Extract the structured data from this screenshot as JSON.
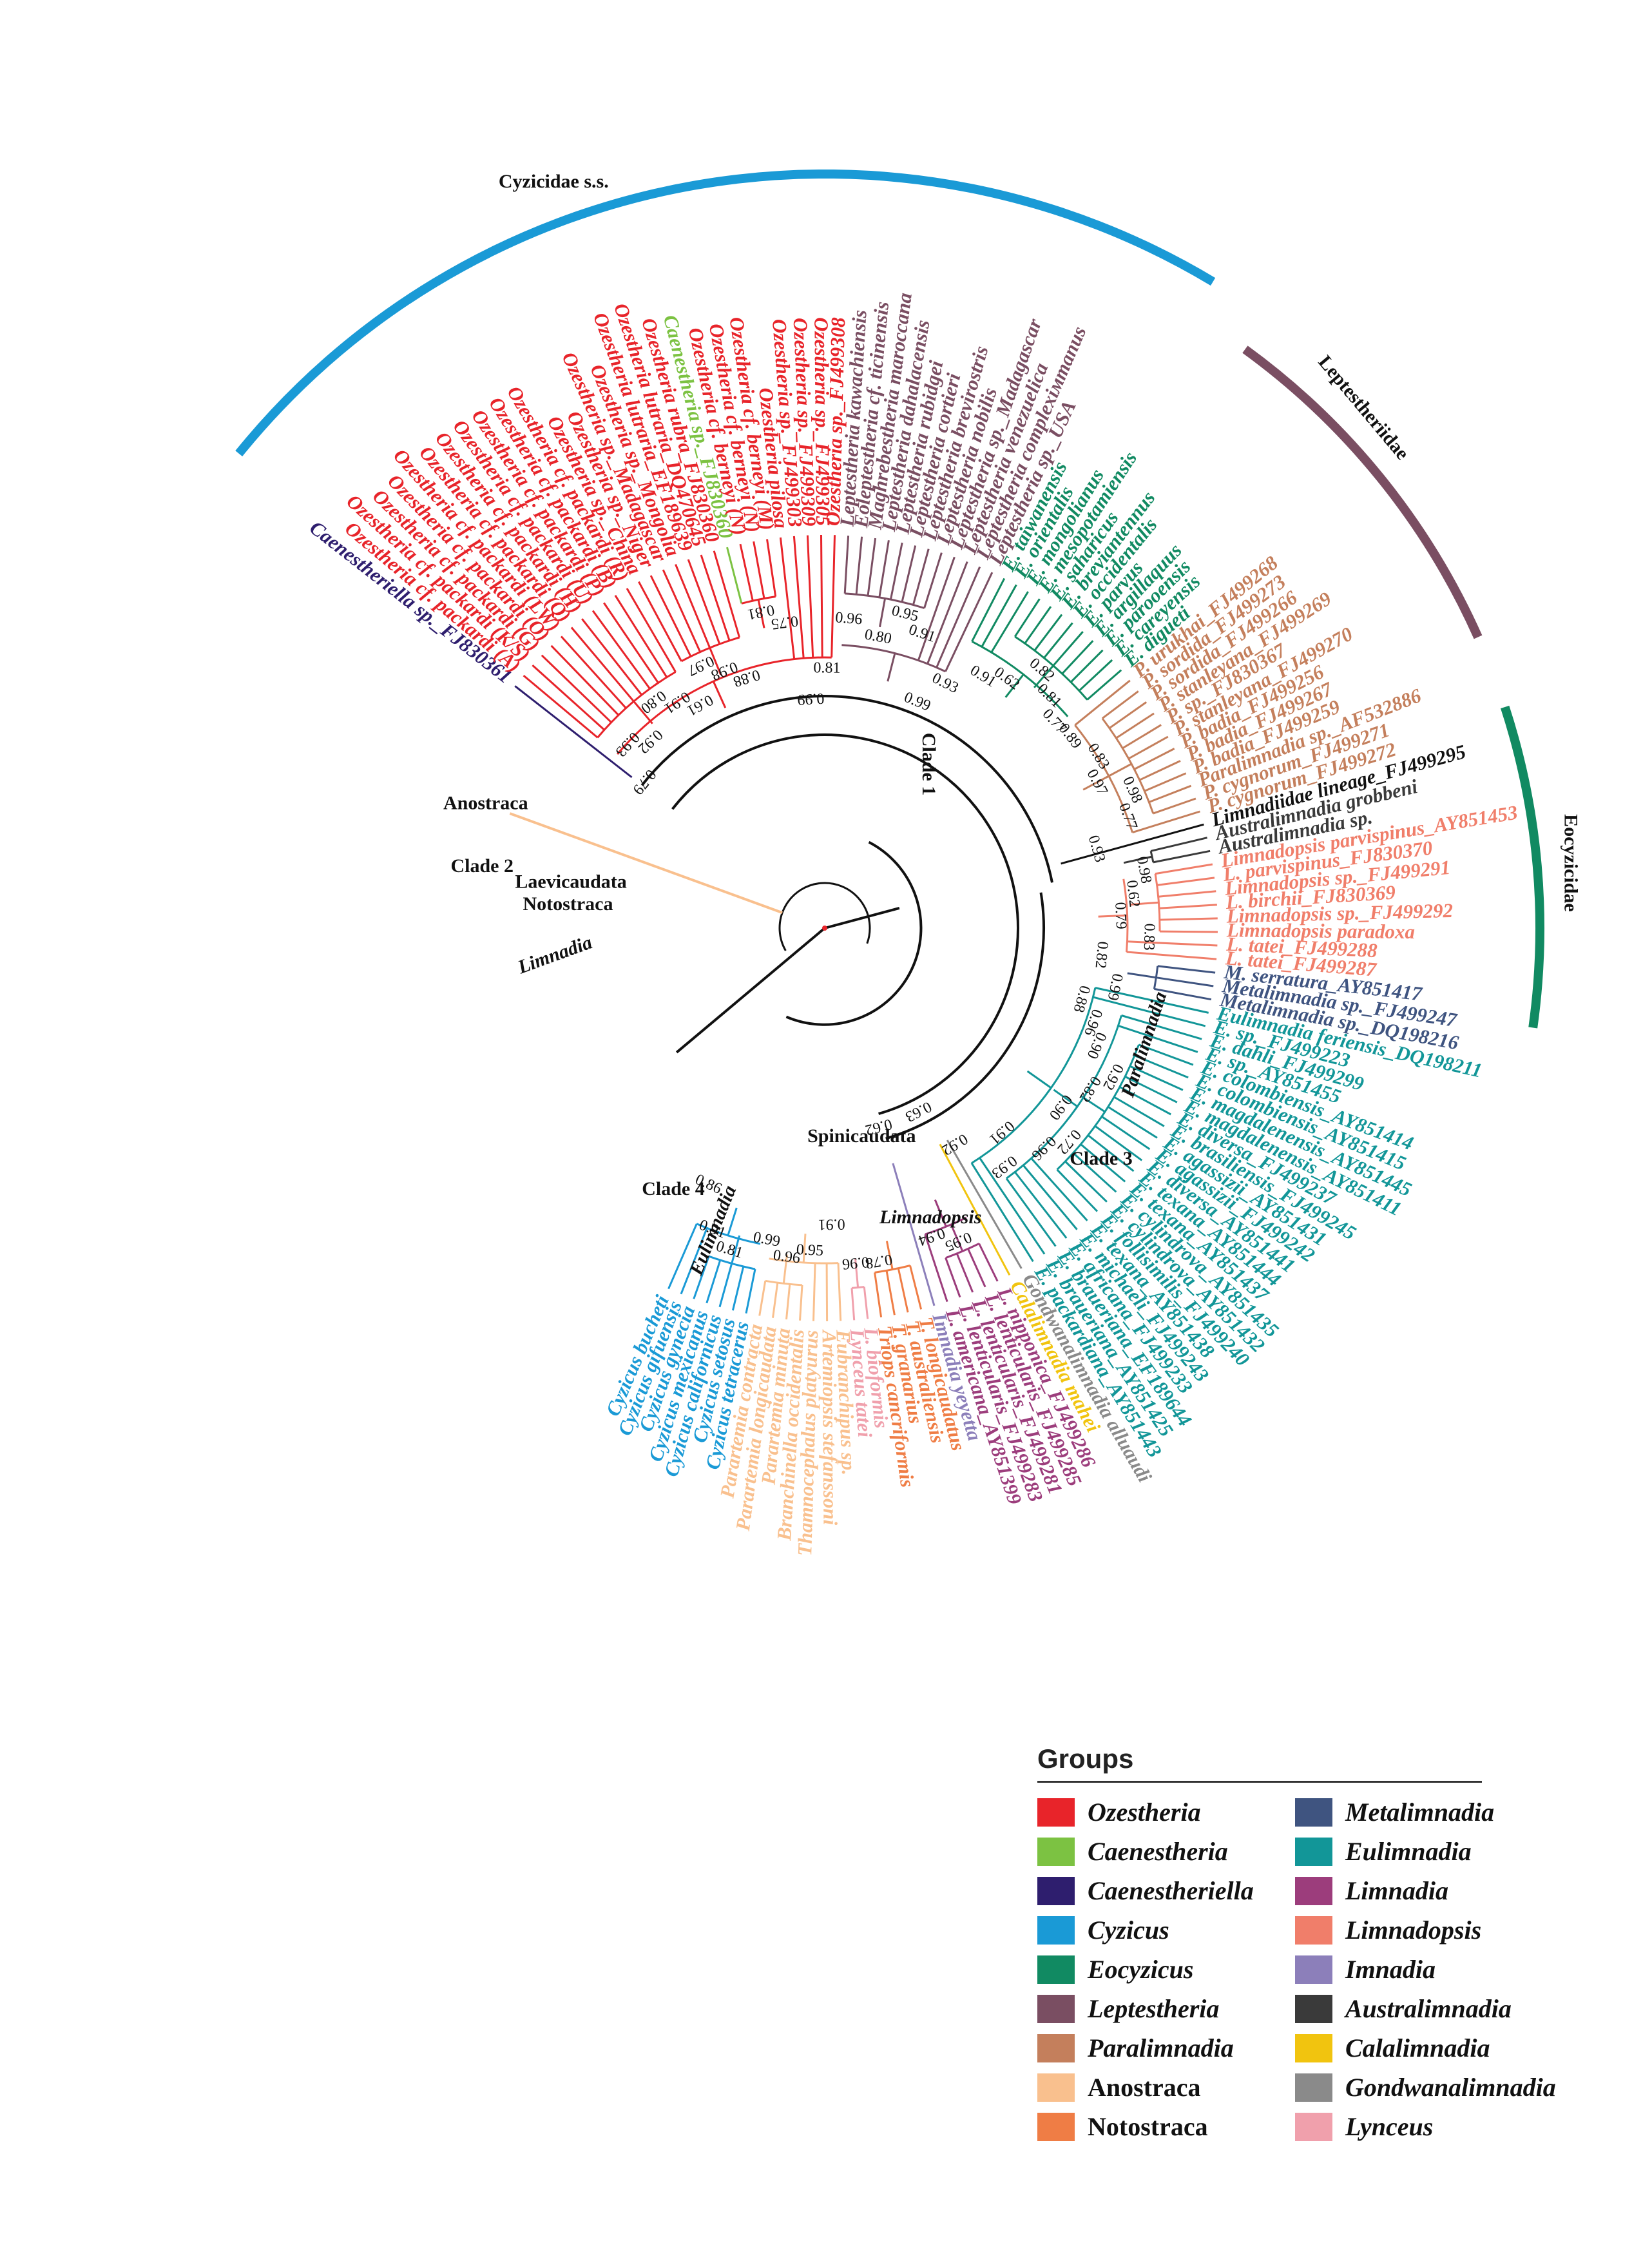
{
  "groups": {
    "Ozestheria": "#e8242a",
    "Caenestheria": "#7cc242",
    "Caenestheriella": "#2e1e6e",
    "Cyzicus": "#1a9ad6",
    "Eocyzicus": "#118a62",
    "Leptestheria": "#7a4e62",
    "Paralimnadia": "#c47f5c",
    "Anostraca": "#f9c08e",
    "Notostraca": "#ef7d45",
    "Metalimnadia": "#3f5480",
    "Eulimnadia": "#129698",
    "Limnadia": "#9c3d7c",
    "Limnadopsis": "#f07e6a",
    "Imnadia": "#8c7fba",
    "Australimnadia": "#3a3a3a",
    "Calalimnadia": "#f1c40f",
    "Gondwanalimnadia": "#8a8a8a",
    "Lynceus": "#f0a0ac",
    "Spinicaudata": "#111111"
  },
  "legend": {
    "title": "Groups",
    "items": [
      {
        "label": "Ozestheria",
        "group": "Ozestheria",
        "italic": true
      },
      {
        "label": "Metalimnadia",
        "group": "Metalimnadia",
        "italic": true
      },
      {
        "label": "Caenestheria",
        "group": "Caenestheria",
        "italic": true
      },
      {
        "label": "Eulimnadia",
        "group": "Eulimnadia",
        "italic": true
      },
      {
        "label": "Caenestheriella",
        "group": "Caenestheriella",
        "italic": true
      },
      {
        "label": "Limnadia",
        "group": "Limnadia",
        "italic": true
      },
      {
        "label": "Cyzicus",
        "group": "Cyzicus",
        "italic": true
      },
      {
        "label": "Limnadopsis",
        "group": "Limnadopsis",
        "italic": true
      },
      {
        "label": "Eocyzicus",
        "group": "Eocyzicus",
        "italic": true
      },
      {
        "label": "Imnadia",
        "group": "Imnadia",
        "italic": true
      },
      {
        "label": "Leptestheria",
        "group": "Leptestheria",
        "italic": true
      },
      {
        "label": "Australimnadia",
        "group": "Australimnadia",
        "italic": true
      },
      {
        "label": "Paralimnadia",
        "group": "Paralimnadia",
        "italic": true
      },
      {
        "label": "Calalimnadia",
        "group": "Calalimnadia",
        "italic": true
      },
      {
        "label": "Anostraca",
        "group": "Anostraca",
        "italic": false
      },
      {
        "label": "Gondwanalimnadia",
        "group": "Gondwanalimnadia",
        "italic": true
      },
      {
        "label": "Notostraca",
        "group": "Notostraca",
        "italic": false
      },
      {
        "label": "Lynceus",
        "group": "Lynceus",
        "italic": true
      }
    ]
  },
  "tips": [
    {
      "label": "Caenestheriella sp._FJ830361",
      "group": "Caenestheriella"
    },
    {
      "label": "Ozestheria cf. packardi (A)",
      "group": "Ozestheria"
    },
    {
      "label": "Ozestheria cf. packardi (K/S)",
      "group": "Ozestheria"
    },
    {
      "label": "Ozestheria cf. packardi (G)",
      "group": "Ozestheria"
    },
    {
      "label": "Ozestheria cf. packardi (O)",
      "group": "Ozestheria"
    },
    {
      "label": "Ozestheria cf. packardi (LW)",
      "group": "Ozestheria"
    },
    {
      "label": "Ozestheria cf. packardi (Q)",
      "group": "Ozestheria"
    },
    {
      "label": "Ozestheria cf. packardi (H)",
      "group": "Ozestheria"
    },
    {
      "label": "Ozestheria cf. packardi (U)",
      "group": "Ozestheria"
    },
    {
      "label": "Ozestheria cf. packardi (P)",
      "group": "Ozestheria"
    },
    {
      "label": "Ozestheria cf. packardi (B)",
      "group": "Ozestheria"
    },
    {
      "label": "Ozestheria cf. packardi (R)",
      "group": "Ozestheria"
    },
    {
      "label": "Ozestheria sp._China",
      "group": "Ozestheria"
    },
    {
      "label": "Ozestheria sp._Niger",
      "group": "Ozestheria"
    },
    {
      "label": "Ozestheria sp._Madagascar",
      "group": "Ozestheria"
    },
    {
      "label": "Ozestheria sp._Mongolia",
      "group": "Ozestheria"
    },
    {
      "label": "Ozestheria lutraria_EF189639",
      "group": "Ozestheria"
    },
    {
      "label": "Ozestheria lutraria_DQ470645",
      "group": "Ozestheria"
    },
    {
      "label": "Ozestheria rubra_FJ830360",
      "group": "Ozestheria"
    },
    {
      "label": "Caenestheria sp._FJ830360",
      "group": "Caenestheria"
    },
    {
      "label": "Ozestheria cf. berneyi (N)",
      "group": "Ozestheria"
    },
    {
      "label": "Ozestheria cf. berneyi (N)",
      "group": "Ozestheria"
    },
    {
      "label": "Ozestheria cf. berneyi (M)",
      "group": "Ozestheria"
    },
    {
      "label": "Ozestheria pilosa",
      "group": "Ozestheria"
    },
    {
      "label": "Ozestheria sp._FJ499303",
      "group": "Ozestheria"
    },
    {
      "label": "Ozestheria sp._FJ499309",
      "group": "Ozestheria"
    },
    {
      "label": "Ozestheria sp._FJ499305",
      "group": "Ozestheria"
    },
    {
      "label": "Ozestheria sp._FJ499308",
      "group": "Ozestheria"
    },
    {
      "label": "Leptestheria kawachiensis",
      "group": "Leptestheria"
    },
    {
      "label": "Eoleptestheria cf. ticinensis",
      "group": "Leptestheria"
    },
    {
      "label": "Maghrebestheria maroccana",
      "group": "Leptestheria"
    },
    {
      "label": "Leptestheria dahalacensis",
      "group": "Leptestheria"
    },
    {
      "label": "Leptestheria rubidgei",
      "group": "Leptestheria"
    },
    {
      "label": "Leptestheria cortieri",
      "group": "Leptestheria"
    },
    {
      "label": "Leptestheria brevirostris",
      "group": "Leptestheria"
    },
    {
      "label": "Leptestheria nobilis",
      "group": "Leptestheria"
    },
    {
      "label": "Leptestheria sp._Madagascar",
      "group": "Leptestheria"
    },
    {
      "label": "Leptestheria venezuelica",
      "group": "Leptestheria"
    },
    {
      "label": "Leptestheria complexiмmanus",
      "group": "Leptestheria"
    },
    {
      "label": "Leptestheria sp._USA",
      "group": "Leptestheria"
    },
    {
      "label": "E. taiwanensis",
      "group": "Eocyzicus"
    },
    {
      "label": "E. orientalis",
      "group": "Eocyzicus"
    },
    {
      "label": "E. mongolianus",
      "group": "Eocyzicus"
    },
    {
      "label": "E. mesopotamiensis",
      "group": "Eocyzicus"
    },
    {
      "label": "E. saharicus",
      "group": "Eocyzicus"
    },
    {
      "label": "E. breviantennus",
      "group": "Eocyzicus"
    },
    {
      "label": "E. occidentalis",
      "group": "Eocyzicus"
    },
    {
      "label": "E. parvus",
      "group": "Eocyzicus"
    },
    {
      "label": "E. argillaquus",
      "group": "Eocyzicus"
    },
    {
      "label": "E. parooensis",
      "group": "Eocyzicus"
    },
    {
      "label": "E. careyensis",
      "group": "Eocyzicus"
    },
    {
      "label": "E. digueti",
      "group": "Eocyzicus"
    },
    {
      "label": "P. urukhai_FJ499268",
      "group": "Paralimnadia"
    },
    {
      "label": "P. sordida_FJ499273",
      "group": "Paralimnadia"
    },
    {
      "label": "P. sordida_FJ499266",
      "group": "Paralimnadia"
    },
    {
      "label": "P. stanleyana_FJ499269",
      "group": "Paralimnadia"
    },
    {
      "label": "P. sp._FJ830367",
      "group": "Paralimnadia"
    },
    {
      "label": "P. stanleyana_FJ499270",
      "group": "Paralimnadia"
    },
    {
      "label": "P. badia_FJ499256",
      "group": "Paralimnadia"
    },
    {
      "label": "P. badia_FJ499267",
      "group": "Paralimnadia"
    },
    {
      "label": "P. badia_FJ499259",
      "group": "Paralimnadia"
    },
    {
      "label": "Paralimnadia sp._AF532886",
      "group": "Paralimnadia"
    },
    {
      "label": "P. cygnorum_FJ499271",
      "group": "Paralimnadia"
    },
    {
      "label": "P. cygnorum_FJ499272",
      "group": "Paralimnadia"
    },
    {
      "label": "Limnadiidae lineage_FJ499295",
      "group": "Spinicaudata"
    },
    {
      "label": "Australimnadia grobbeni",
      "group": "Australimnadia"
    },
    {
      "label": "Australimnadia sp.",
      "group": "Australimnadia"
    },
    {
      "label": "Limnadopsis parvispinus_AY851453",
      "group": "Limnadopsis"
    },
    {
      "label": "L. parvispinus_FJ830370",
      "group": "Limnadopsis"
    },
    {
      "label": "Limnadopsis sp._FJ499291",
      "group": "Limnadopsis"
    },
    {
      "label": "L. birchii_FJ830369",
      "group": "Limnadopsis"
    },
    {
      "label": "Limnadopsis sp._FJ499292",
      "group": "Limnadopsis"
    },
    {
      "label": "Limnadopsis paradoxa",
      "group": "Limnadopsis"
    },
    {
      "label": "L. tatei_FJ499288",
      "group": "Limnadopsis"
    },
    {
      "label": "L. tatei_FJ499287",
      "group": "Limnadopsis"
    },
    {
      "label": "M. serratura_AY851417",
      "group": "Metalimnadia"
    },
    {
      "label": "Metalimnadia sp._FJ499247",
      "group": "Metalimnadia"
    },
    {
      "label": "Metalimnadia sp._DQ198216",
      "group": "Metalimnadia"
    },
    {
      "label": "Eulimnadia feriensis_DQ198211",
      "group": "Eulimnadia"
    },
    {
      "label": "E. sp._FJ499223",
      "group": "Eulimnadia"
    },
    {
      "label": "E. dahli_FJ499299",
      "group": "Eulimnadia"
    },
    {
      "label": "E. sp._AY851455",
      "group": "Eulimnadia"
    },
    {
      "label": "E. colombiensis_AY851414",
      "group": "Eulimnadia"
    },
    {
      "label": "E. colombiensis_AY851415",
      "group": "Eulimnadia"
    },
    {
      "label": "E. magdalenensis_AY851445",
      "group": "Eulimnadia"
    },
    {
      "label": "E. magdalenensis_AY851411",
      "group": "Eulimnadia"
    },
    {
      "label": "E. diversa_FJ499237",
      "group": "Eulimnadia"
    },
    {
      "label": "E. brasiliensis_FJ499245",
      "group": "Eulimnadia"
    },
    {
      "label": "E. agassizii_AY851431",
      "group": "Eulimnadia"
    },
    {
      "label": "E. agassizii_FJ499242",
      "group": "Eulimnadia"
    },
    {
      "label": "E. diversa_AY851441",
      "group": "Eulimnadia"
    },
    {
      "label": "E. texana_AY851444",
      "group": "Eulimnadia"
    },
    {
      "label": "E. texana_AY851437",
      "group": "Eulimnadia"
    },
    {
      "label": "E. cylindrova_AY851435",
      "group": "Eulimnadia"
    },
    {
      "label": "E. cylindrova_AY851432",
      "group": "Eulimnadia"
    },
    {
      "label": "E. follisimilis_FJ499240",
      "group": "Eulimnadia"
    },
    {
      "label": "E. texana_AY851438",
      "group": "Eulimnadia"
    },
    {
      "label": "E. michaeli_FJ499243",
      "group": "Eulimnadia"
    },
    {
      "label": "E. africana_FJ499233",
      "group": "Eulimnadia"
    },
    {
      "label": "E. braueriana_EF189644",
      "group": "Eulimnadia"
    },
    {
      "label": "E. braueriana_AY851425",
      "group": "Eulimnadia"
    },
    {
      "label": "E. packardiana_AY851443",
      "group": "Eulimnadia"
    },
    {
      "label": "Gondwanalimnadia alluaudi",
      "group": "Gondwanalimnadia"
    },
    {
      "label": "Calalimnadia mahei",
      "group": "Calalimnadia"
    },
    {
      "label": "L. nipponica_FJ499286",
      "group": "Limnadia"
    },
    {
      "label": "L. lenticularis_FJ499285",
      "group": "Limnadia"
    },
    {
      "label": "L. lenticularis_FJ499281",
      "group": "Limnadia"
    },
    {
      "label": "L. lenticularis_FJ499283",
      "group": "Limnadia"
    },
    {
      "label": "L. americana_AY851399",
      "group": "Limnadia"
    },
    {
      "label": "Imnadia yeyetta",
      "group": "Imnadia"
    },
    {
      "label": "T. longicaudatus",
      "group": "Notostraca"
    },
    {
      "label": "T. australiensis",
      "group": "Notostraca"
    },
    {
      "label": "T. granarius",
      "group": "Notostraca"
    },
    {
      "label": "Triops cancriformis",
      "group": "Notostraca"
    },
    {
      "label": "L. bioformis",
      "group": "Lynceus"
    },
    {
      "label": "Lynceus tatei",
      "group": "Lynceus"
    },
    {
      "label": "Eubranchipus sp.",
      "group": "Anostraca"
    },
    {
      "label": "Artemiopsis stefanssoni",
      "group": "Anostraca"
    },
    {
      "label": "Thamnocephalus platyurus",
      "group": "Anostraca"
    },
    {
      "label": "Branchinella occidentalis",
      "group": "Anostraca"
    },
    {
      "label": "Parartemia minuta",
      "group": "Anostraca"
    },
    {
      "label": "Parartemia longicaudata",
      "group": "Anostraca"
    },
    {
      "label": "Parartemia contracta",
      "group": "Anostraca"
    },
    {
      "label": "Cyzicus tetracerus",
      "group": "Cyzicus"
    },
    {
      "label": "Cyzicus setosus",
      "group": "Cyzicus"
    },
    {
      "label": "Cyzicus californicus",
      "group": "Cyzicus"
    },
    {
      "label": "Cyzicus mexicanus",
      "group": "Cyzicus"
    },
    {
      "label": "Cyzicus gynecia",
      "group": "Cyzicus"
    },
    {
      "label": "Cyzicus gifuensis",
      "group": "Cyzicus"
    },
    {
      "label": "Cyzicus bucheti",
      "group": "Cyzicus"
    }
  ],
  "clade_labels": [
    {
      "text": "Cyzicidae s.s.",
      "group": "Spinicaudata"
    },
    {
      "text": "Leptestheriidae",
      "group": "Leptestheria"
    },
    {
      "text": "Eocyzicidae",
      "group": "Eocyzicus"
    },
    {
      "text": "Clade 1",
      "group": "Spinicaudata"
    },
    {
      "text": "Clade 2",
      "group": "Spinicaudata"
    },
    {
      "text": "Clade 3",
      "group": "Spinicaudata"
    },
    {
      "text": "Clade 4",
      "group": "Spinicaudata"
    },
    {
      "text": "Anostraca",
      "group": "Anostraca"
    },
    {
      "text": "Laevicaudata",
      "group": "Lynceus"
    },
    {
      "text": "Notostraca",
      "group": "Notostraca"
    },
    {
      "text": "Limnadia",
      "group": "Limnadia"
    },
    {
      "text": "Eulimnadia",
      "group": "Eulimnadia"
    },
    {
      "text": "Paralimnadia",
      "group": "Paralimnadia"
    },
    {
      "text": "Limnadopsis",
      "group": "Limnadopsis"
    },
    {
      "text": "Spinicaudata",
      "group": "Spinicaudata"
    }
  ],
  "support_values": [
    "0.79",
    "0.93",
    "0.92",
    "0.80",
    "0.91",
    "0.61",
    "0.97",
    "0.98",
    "0.88",
    "0.81",
    "0.75",
    "0.99",
    "0.81",
    "0.96",
    "0.80",
    "0.95",
    "0.91",
    "0.99",
    "0.93",
    "0.91",
    "0.62",
    "0.82",
    "0.81",
    "0.77",
    "0.89",
    "0.83",
    "0.97",
    "0.98",
    "0.77",
    "0.93",
    "0.98",
    "0.62",
    "0.79",
    "0.83",
    "0.82",
    "0.99",
    "0.88",
    "0.96",
    "0.90",
    "0.92",
    "0.82",
    "0.90",
    "0.72",
    "0.96",
    "0.91",
    "0.93",
    "0.92",
    "0.63",
    "0.95",
    "0.94",
    "0.62",
    "0.78",
    "0.96",
    "0.91",
    "0.95",
    "0.96",
    "0.99",
    "0.81",
    "0.91",
    "0.86"
  ]
}
